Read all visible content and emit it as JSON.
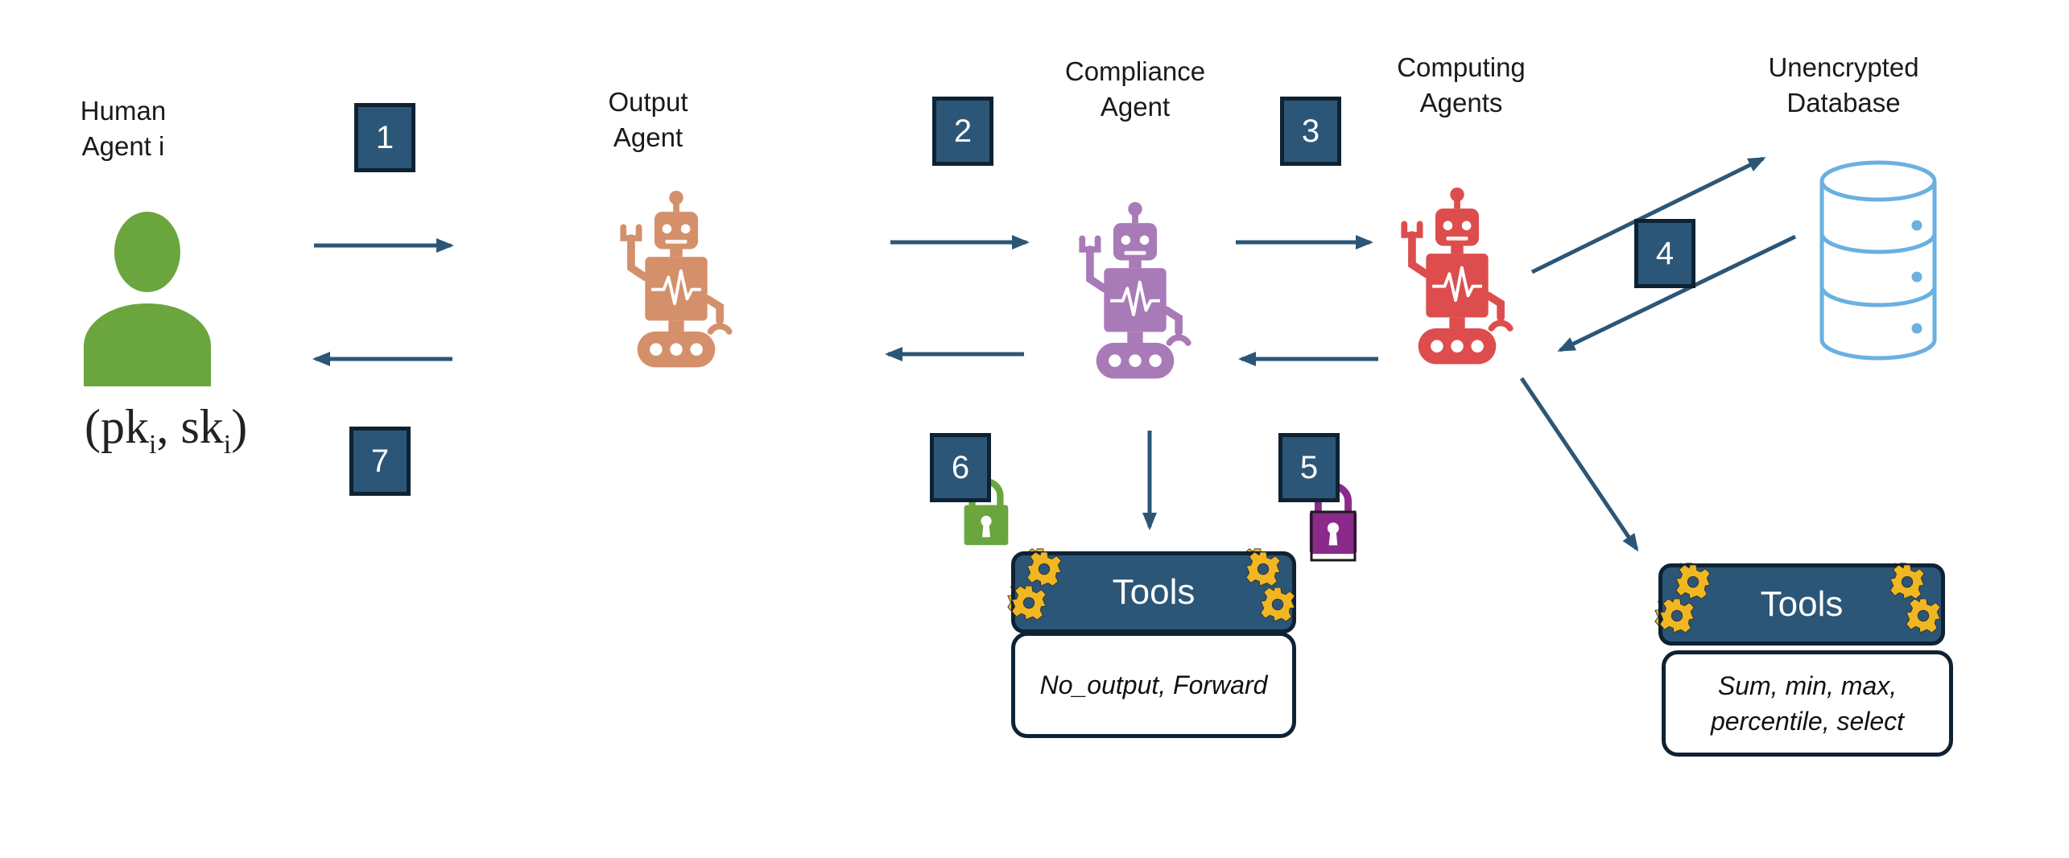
{
  "labels": {
    "human": [
      "Human",
      "Agent i"
    ],
    "output": [
      "Output",
      "Agent"
    ],
    "compliance": [
      "Compliance",
      "Agent"
    ],
    "computing": [
      "Computing",
      "Agents"
    ],
    "database": [
      "Unencrypted",
      "Database"
    ]
  },
  "key_pair": {
    "open": "(",
    "pk": "pk",
    "sep": ", ",
    "sk": "sk",
    "sub": "i",
    "close": ")"
  },
  "steps": [
    "1",
    "2",
    "3",
    "4",
    "5",
    "6",
    "7"
  ],
  "compliance_tools": {
    "title": "Tools",
    "items": "No_output, Forward"
  },
  "computing_tools": {
    "title": "Tools",
    "items_line1": "Sum, min, max,",
    "items_line2": "percentile, select"
  },
  "colors": {
    "arrow": "#2b5677",
    "step_box": "#2b5677",
    "human": "#6aa53e",
    "output_robot": "#d4906a",
    "compliance_robot": "#a97ab8",
    "computing_robot": "#dd4d4d",
    "database": "#6ab0e0",
    "gear": "#f1b722",
    "lock_green": "#6aa53e",
    "lock_purple": "#8a2a8a"
  },
  "icons": {
    "human": "person-icon",
    "robot": "robot-icon",
    "database": "database-icon",
    "lock": "lock-icon",
    "gear": "gear-icon"
  }
}
